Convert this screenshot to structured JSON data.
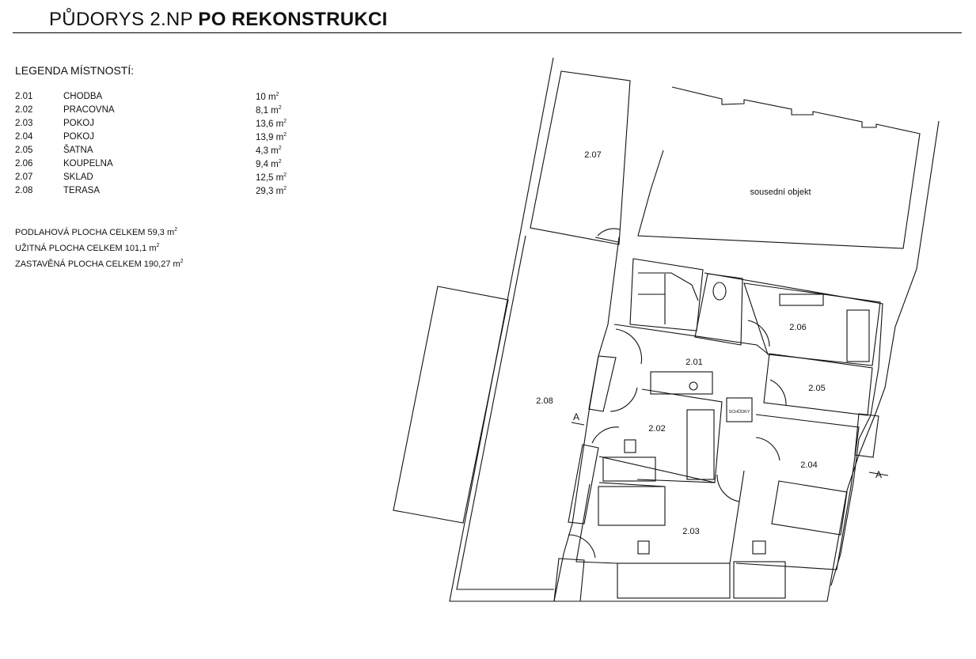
{
  "title": {
    "normal": "PŮDORYS 2.NP",
    "bold": "PO REKONSTRUKCI"
  },
  "legend": {
    "heading": "LEGENDA MÍSTNOSTÍ:",
    "rooms": [
      {
        "code": "2.01",
        "name": "CHODBA",
        "area": "10 m",
        "unit_sup": "2"
      },
      {
        "code": "2.02",
        "name": "PRACOVNA",
        "area": "8,1 m",
        "unit_sup": "2"
      },
      {
        "code": "2.03",
        "name": "POKOJ",
        "area": "13,6 m",
        "unit_sup": "2"
      },
      {
        "code": "2.04",
        "name": "POKOJ",
        "area": "13,9 m",
        "unit_sup": "2"
      },
      {
        "code": "2.05",
        "name": "ŠATNA",
        "area": "4,3 m",
        "unit_sup": "2"
      },
      {
        "code": "2.06",
        "name": "KOUPELNA",
        "area": "9,4 m",
        "unit_sup": "2"
      },
      {
        "code": "2.07",
        "name": "SKLAD",
        "area": "12,5 m",
        "unit_sup": "2"
      },
      {
        "code": "2.08",
        "name": "TERASA",
        "area": "29,3 m",
        "unit_sup": "2"
      }
    ]
  },
  "totals": {
    "floor": {
      "label": "PODLAHOVÁ PLOCHA CELKEM 59,3 m",
      "sup": "2"
    },
    "usable": {
      "label": "UŽITNÁ PLOCHA CELKEM 101,1 m",
      "sup": "2"
    },
    "built": {
      "label": "ZASTAVĚNÁ PLOCHA CELKEM  190,27 m",
      "sup": "2"
    }
  },
  "plan": {
    "room_labels": {
      "r207": "2.07",
      "neighbor": "sousední objekt",
      "r206": "2.06",
      "r201": "2.01",
      "r205": "2.05",
      "r208": "2.08",
      "r202": "2.02",
      "r204": "2.04",
      "r203": "2.03"
    },
    "stairs_label": "SCHŮDKY",
    "section_marks": {
      "left": "A",
      "right": "A"
    }
  }
}
